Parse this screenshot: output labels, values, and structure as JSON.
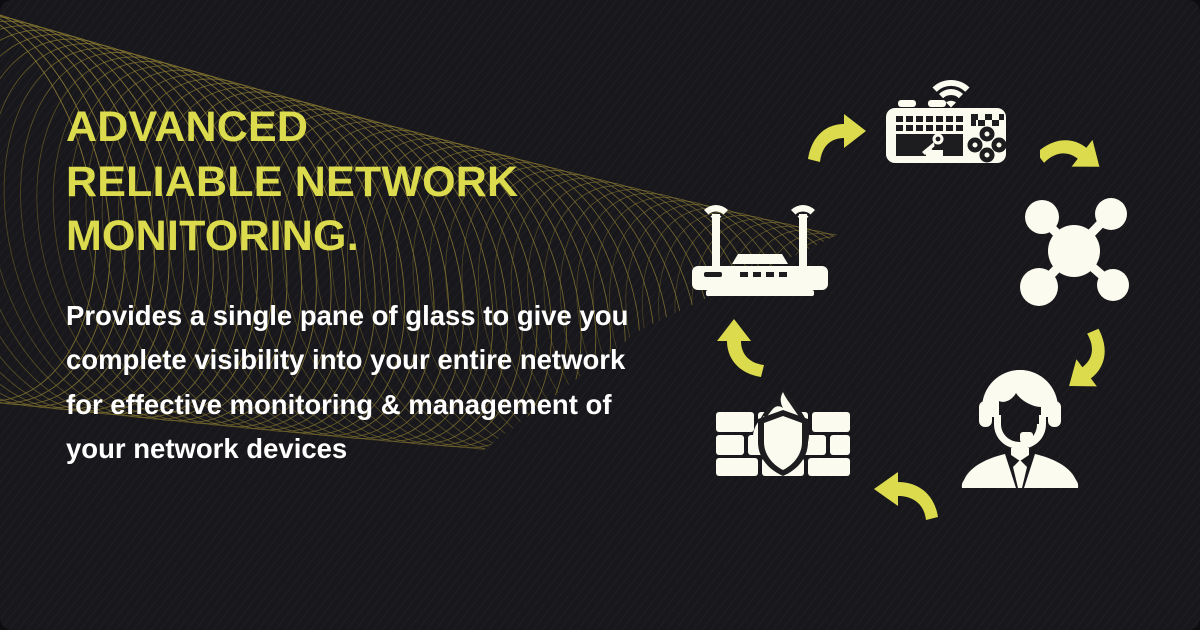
{
  "banner": {
    "background_color": "#18181c",
    "accent_color": "#dbdb4d",
    "icon_color": "#fbfbf0",
    "wave_color": "#8a7a2e",
    "headline": "ADVANCED\nRELIABLE NETWORK\nMONITORING.",
    "subhead": "Provides a single pane of glass to give you complete visibility into your entire network for effective monitoring & management of your network devices"
  },
  "diagram": {
    "title": "network monitoring cycle",
    "icons": [
      {
        "id": "keyboard",
        "name": "wireless-keyboard-icon",
        "label": "Wireless control console",
        "position": "top-right"
      },
      {
        "id": "router",
        "name": "wifi-router-icon",
        "label": "Wi-Fi router",
        "position": "left-upper"
      },
      {
        "id": "hub",
        "name": "network-hub-icon",
        "label": "Network hub",
        "position": "right-middle"
      },
      {
        "id": "agent",
        "name": "support-agent-icon",
        "label": "Support agent",
        "position": "right-lower"
      },
      {
        "id": "firewall",
        "name": "firewall-icon",
        "label": "Firewall",
        "position": "left-lower"
      }
    ],
    "arrows": [
      {
        "id": "arrow-1",
        "name": "arrow-right-icon",
        "direction": "right"
      },
      {
        "id": "arrow-2",
        "name": "arrow-down-right-icon",
        "direction": "down-right"
      },
      {
        "id": "arrow-3",
        "name": "arrow-down-left-icon",
        "direction": "down-left"
      },
      {
        "id": "arrow-4",
        "name": "arrow-left-icon",
        "direction": "left"
      },
      {
        "id": "arrow-5",
        "name": "arrow-up-icon",
        "direction": "up"
      }
    ]
  }
}
